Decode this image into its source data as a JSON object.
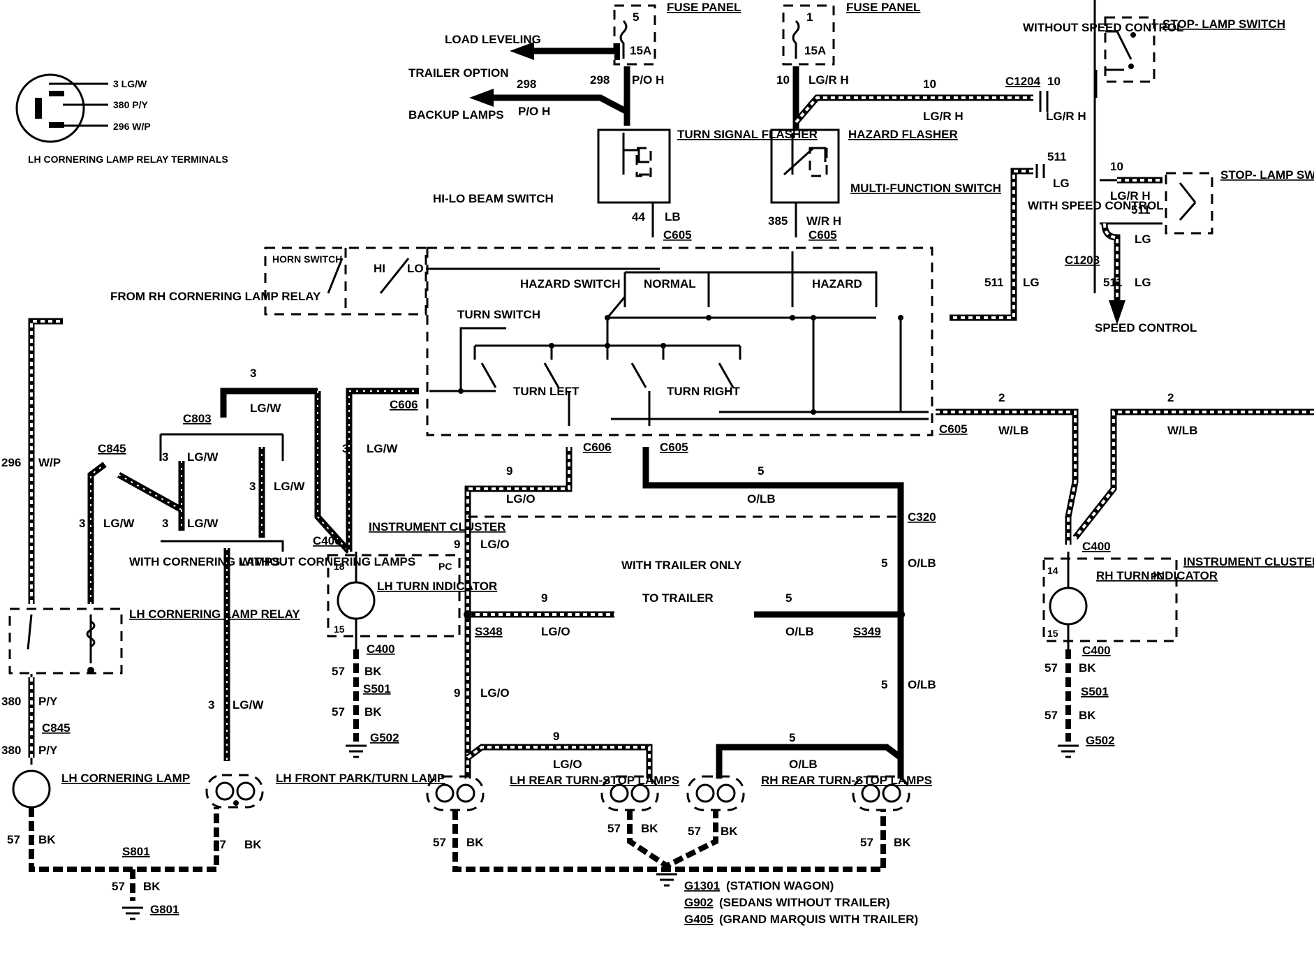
{
  "labels": {
    "fuse_panel": "FUSE PANEL",
    "fuse_5": "5",
    "fuse_1": "1",
    "fuse_15a": "15A",
    "load_leveling": "LOAD LEVELING",
    "trailer_option": "TRAILER OPTION",
    "backup_lamps": "BACKUP LAMPS",
    "turn_signal_flasher": "TURN SIGNAL FLASHER",
    "hazard_flasher": "HAZARD FLASHER",
    "multi_function_switch": "MULTI-FUNCTION SWITCH",
    "without_speed_control": "WITHOUT SPEED CONTROL",
    "with_speed_control": "WITH SPEED CONTROL",
    "stop_lamp_switch": "STOP- LAMP SWITCH",
    "speed_control": "SPEED CONTROL",
    "hi_lo_beam_switch": "HI-LO BEAM SWITCH",
    "horn_switch": "HORN SWITCH",
    "hi": "HI",
    "lo": "LO",
    "hazard_switch": "HAZARD SWITCH",
    "normal": "NORMAL",
    "hazard": "HAZARD",
    "turn_switch": "TURN SWITCH",
    "turn_left": "TURN LEFT",
    "turn_right": "TURN RIGHT",
    "from_rh_cornering": "FROM RH CORNERING LAMP RELAY",
    "lh_cornering_relay_terminals": "LH CORNERING LAMP RELAY TERMINALS",
    "relay_term_3": "3 LG/W",
    "relay_term_380": "380 P/Y",
    "relay_term_296": "296 W/P",
    "instrument_cluster": "INSTRUMENT CLUSTER",
    "lh_turn_indicator": "LH TURN INDICATOR",
    "rh_turn_indicator": "RH TURN INDICATOR",
    "pc": "PC",
    "with_trailer_only": "WITH TRAILER ONLY",
    "to_trailer": "TO TRAILER",
    "with_cornering_lamps": "WITH CORNERING LAMPS",
    "without_cornering_lamps": "WITHOUT CORNERING LAMPS",
    "lh_cornering_lamp_relay": "LH CORNERING LAMP RELAY",
    "lh_cornering_lamp": "LH CORNERING LAMP",
    "lh_front_park_turn_lamp": "LH FRONT PARK/TURN LAMP",
    "lh_rear_turn_stop_lamps": "LH REAR TURN-STOP LAMPS",
    "rh_rear_turn_stop_lamps": "RH REAR TURN-STOP LAMPS",
    "g1301": "G1301",
    "g1301_note": "(STATION WAGON)",
    "g902": "G902",
    "g902_note": "(SEDANS WITHOUT TRAILER)",
    "g405": "G405",
    "g405_note": "(GRAND MARQUIS WITH TRAILER)"
  },
  "connectors": {
    "c1204": "C1204",
    "c1203": "C1203",
    "c605": "C605",
    "c606": "C606",
    "c803": "C803",
    "c845": "C845",
    "c400": "C400",
    "c320": "C320",
    "s348": "S348",
    "s349": "S349",
    "s501": "S501",
    "s801": "S801",
    "g502": "G502",
    "g801": "G801"
  },
  "wires": {
    "c298": "298",
    "po_h": "P/O H",
    "c10": "10",
    "lgr_h": "LG/R H",
    "c511": "511",
    "lg": "LG",
    "c44": "44",
    "lb": "LB",
    "c385": "385",
    "wr_h": "W/R H",
    "c3": "3",
    "lgw": "LG/W",
    "c296": "296",
    "wp": "W/P",
    "c380": "380",
    "py": "P/Y",
    "c57": "57",
    "bk": "BK",
    "c9": "9",
    "lgo": "LG/O",
    "c5": "5",
    "olb": "O/LB",
    "c2": "2",
    "wlb": "W/LB",
    "c14": "14",
    "c15": "15",
    "c18": "18"
  }
}
